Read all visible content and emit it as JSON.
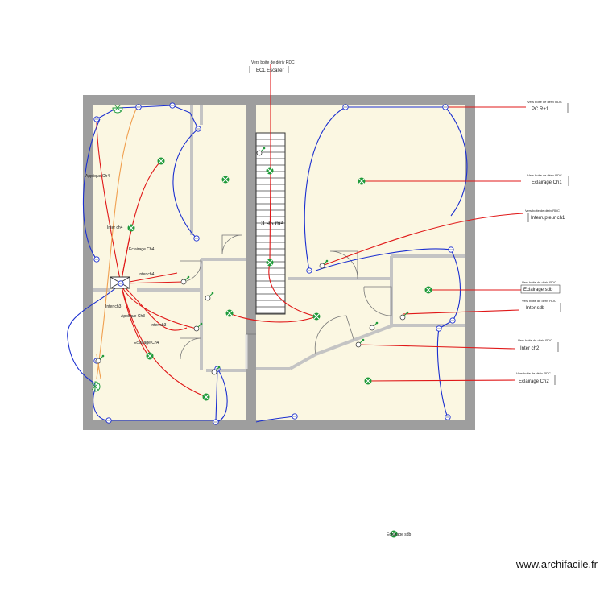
{
  "watermark": "www.archifacile.fr",
  "area_label": "3.95 m²",
  "circuit_labels": {
    "escalier": {
      "caption": "Vers boite de dériv RDC",
      "name": "ECL Escalier"
    },
    "pc": {
      "caption": "Vers boite de dériv RDC",
      "name": "PC R+1"
    },
    "ch1": {
      "caption": "Vers boite de dériv RDC",
      "name": "Eclairage Ch1"
    },
    "inter_ch1": {
      "caption": "Vers boite de dériv RDC",
      "name": "Interrupteur ch1"
    },
    "sdb": {
      "caption": "Vers boite de dériv RDC",
      "name": "Eclairage sdb"
    },
    "inter_sdb": {
      "caption": "Vers boite de dériv RDC",
      "name": "Inter sdb"
    },
    "inter_ch2": {
      "caption": "Vers boite de dériv RDC",
      "name": "Inter ch2"
    },
    "ch2": {
      "caption": "Vers boite de dériv RDC",
      "name": "Eclairage Ch2"
    }
  },
  "room_labels": {
    "applique_ch4": "Applique Ch4",
    "inter_ch4_a": "Inter ch4",
    "eclairage_ch4_a": "Eclairage Ch4",
    "inter_ch4_b": "Inter ch4",
    "inter_ch3_a": "Inter ch3",
    "applique_ch3": "Applique Ch3",
    "inter_ch3_b": "Inter ch3",
    "eclairage_ch4_b": "Eclairage Ch4",
    "eclairage_sdb_stray": "Eclairage sdb"
  },
  "colors": {
    "wall": "#9e9e9e",
    "floor": "#fbf7e2",
    "circuit_blue": "#1b2fd0",
    "circuit_red": "#e01818",
    "circuit_orange": "#f0a050",
    "light_point": "#1f9b3a"
  }
}
